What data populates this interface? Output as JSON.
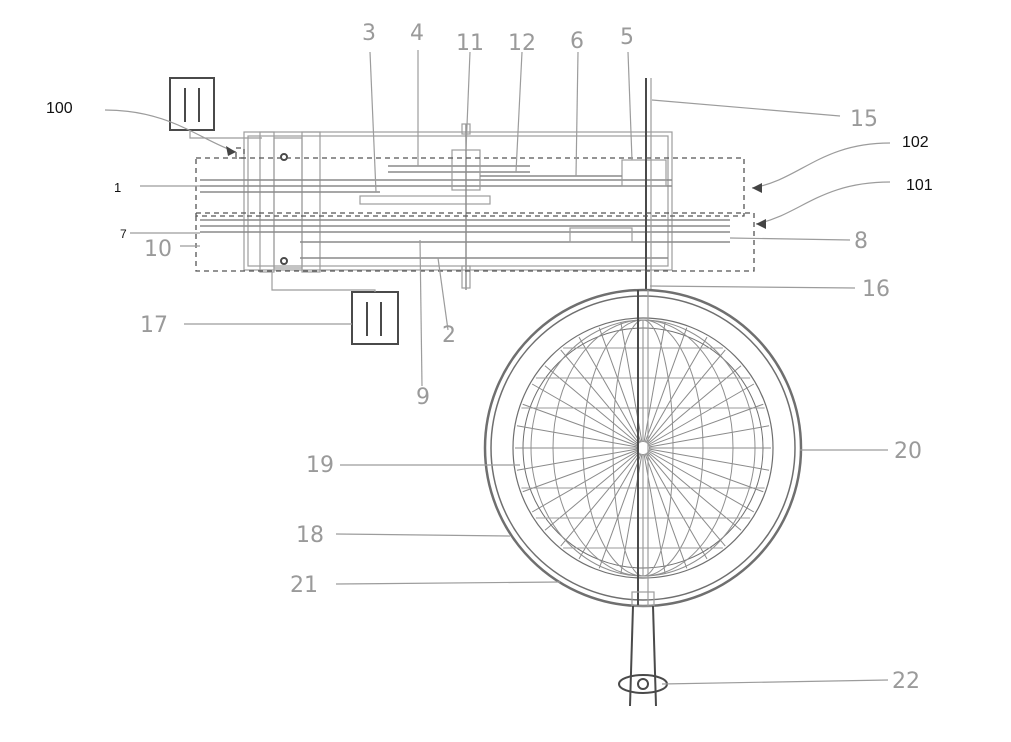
{
  "figure": {
    "bold_labels": [
      {
        "id": "100",
        "text": "100"
      },
      {
        "id": "102",
        "text": "102"
      },
      {
        "id": "101",
        "text": "101"
      },
      {
        "id": "1",
        "text": "1"
      },
      {
        "id": "7",
        "text": "7"
      }
    ],
    "hand_labels": [
      {
        "id": "3",
        "text": "3"
      },
      {
        "id": "4",
        "text": "4"
      },
      {
        "id": "11",
        "text": "11"
      },
      {
        "id": "12",
        "text": "12"
      },
      {
        "id": "6",
        "text": "6"
      },
      {
        "id": "5",
        "text": "5"
      },
      {
        "id": "15",
        "text": "15"
      },
      {
        "id": "10",
        "text": "10"
      },
      {
        "id": "8",
        "text": "8"
      },
      {
        "id": "16",
        "text": "16"
      },
      {
        "id": "17",
        "text": "17"
      },
      {
        "id": "2",
        "text": "2"
      },
      {
        "id": "9",
        "text": "9"
      },
      {
        "id": "19",
        "text": "19"
      },
      {
        "id": "20",
        "text": "20"
      },
      {
        "id": "18",
        "text": "18"
      },
      {
        "id": "21",
        "text": "21"
      },
      {
        "id": "22",
        "text": "22"
      }
    ],
    "colors": {
      "ink": "#9c9c9c",
      "dark_ink": "#4a4a4a",
      "label_ink": "#111111"
    }
  }
}
